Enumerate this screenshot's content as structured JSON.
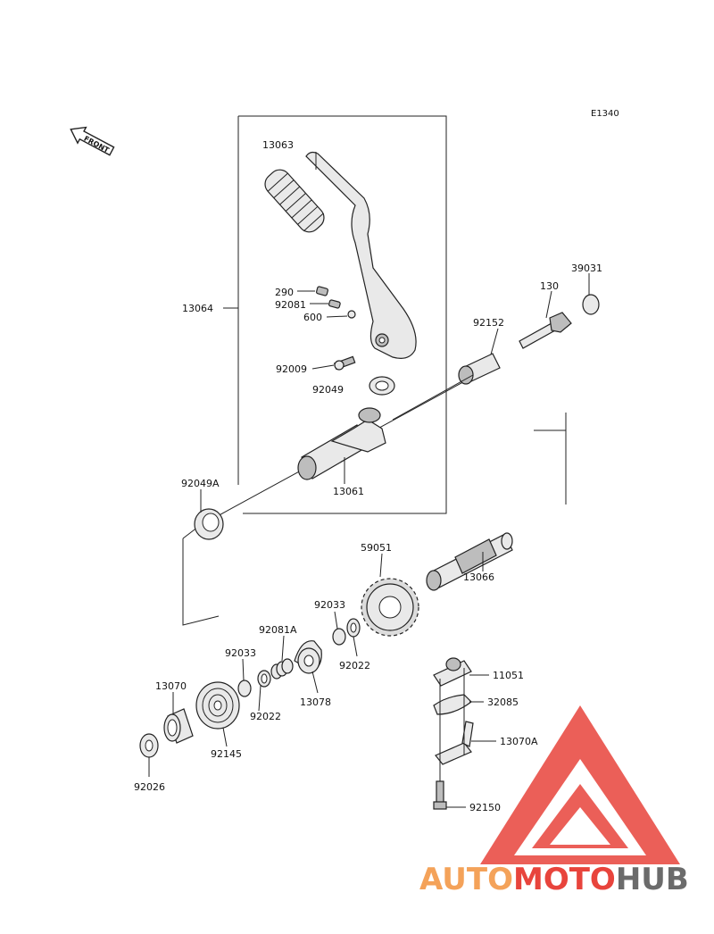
{
  "diagram": {
    "code": "E1340",
    "front_label": "FRONT",
    "parts": {
      "p13063": "13063",
      "p13064": "13064",
      "p290": "290",
      "p92081": "92081",
      "p600": "600",
      "p92009": "92009",
      "p92049": "92049",
      "p13061": "13061",
      "p92049A": "92049A",
      "p92152": "92152",
      "p130": "130",
      "p39031": "39031",
      "p59051": "59051",
      "p13066": "13066",
      "p92033a": "92033",
      "p92022a": "92022",
      "p92081A": "92081A",
      "p92033b": "92033",
      "p13078": "13078",
      "p13070": "13070",
      "p92022b": "92022",
      "p92145": "92145",
      "p92026": "92026",
      "p11051": "11051",
      "p32085": "32085",
      "p13070A": "13070A",
      "p92150": "92150"
    }
  },
  "watermark": {
    "auto": "AUTO",
    "moto": "MOTO",
    "hub": "HUB",
    "colors": {
      "red": "#e8443c",
      "orange": "#f4a259",
      "gray": "#6b6b6b"
    }
  }
}
